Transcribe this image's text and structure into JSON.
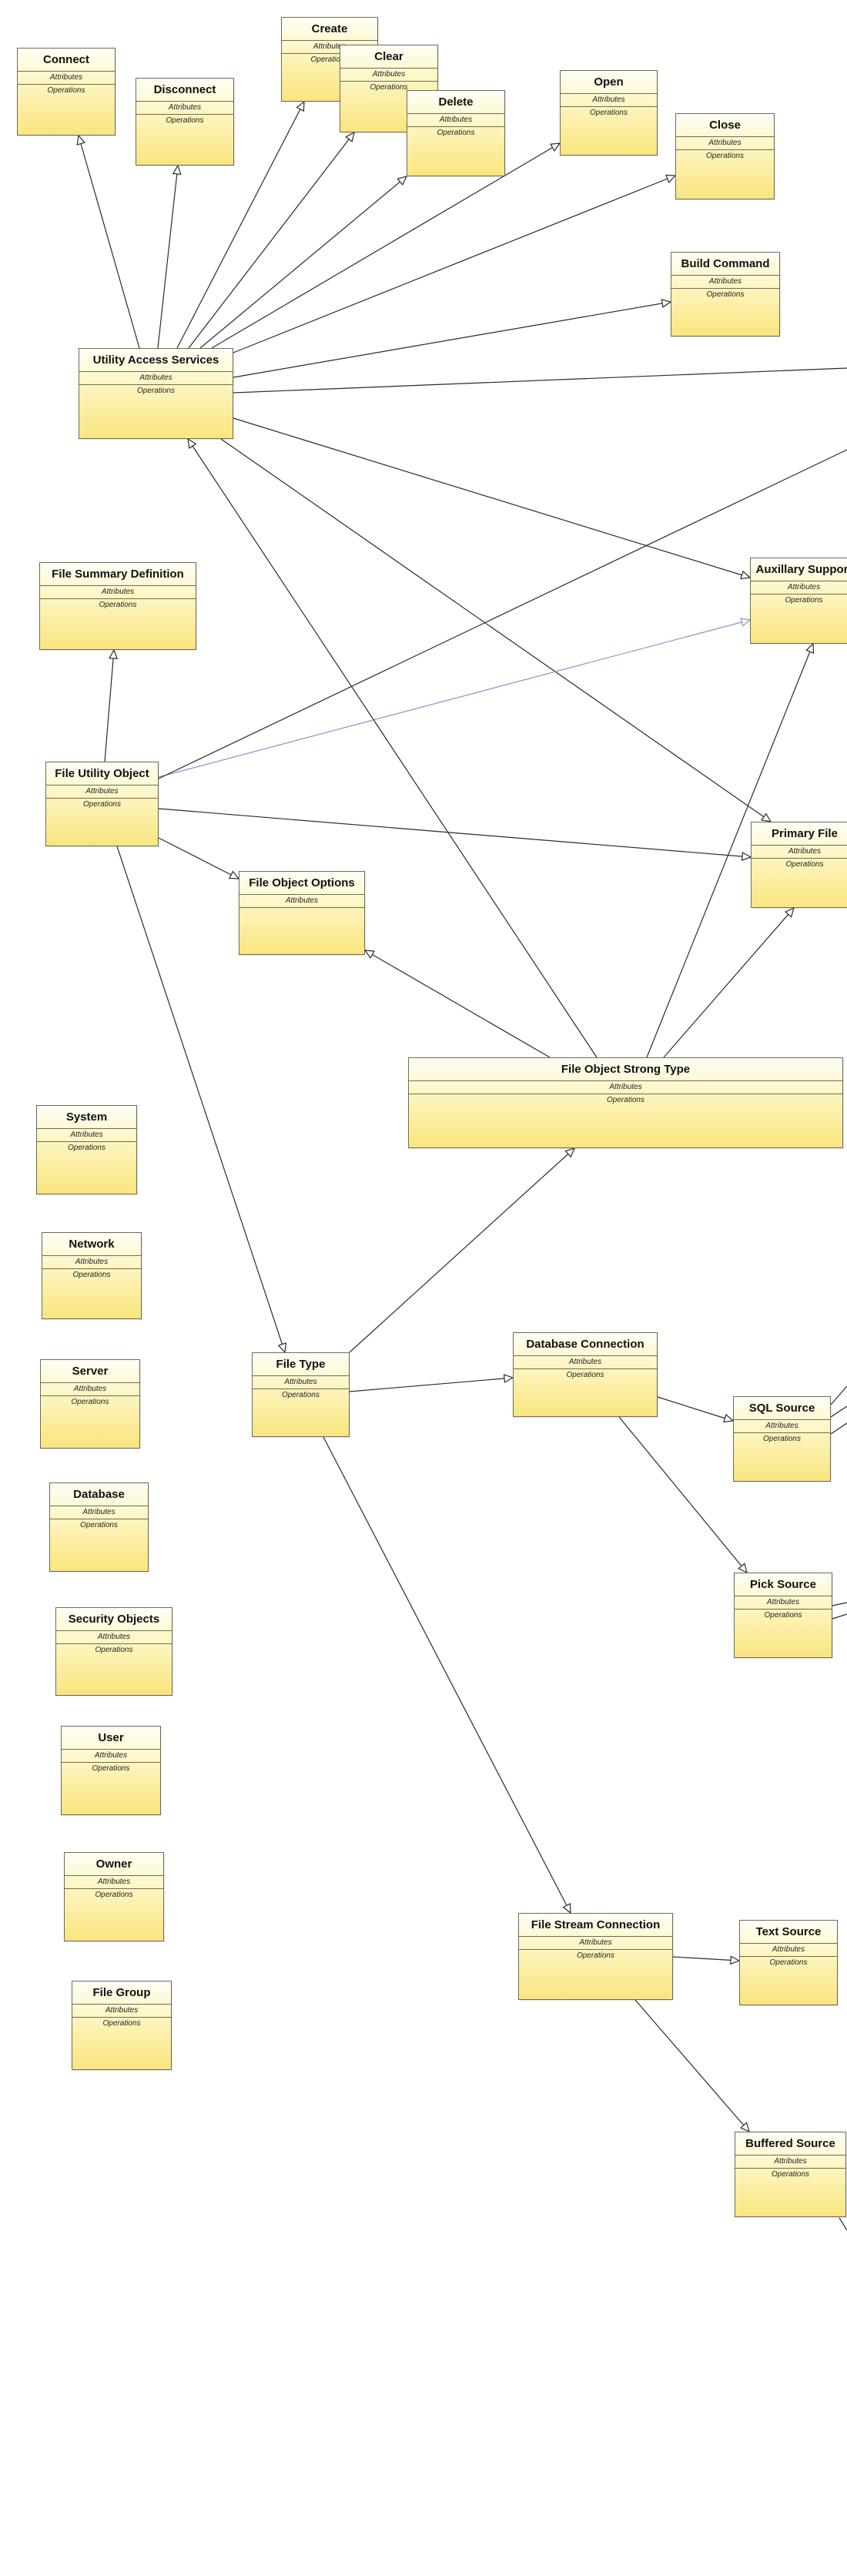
{
  "diagram": {
    "classes": [
      {
        "id": "connect",
        "name": "Connect",
        "attributes": "Attributes",
        "operations": "Operations"
      },
      {
        "id": "disconnect",
        "name": "Disconnect",
        "attributes": "Attributes",
        "operations": "Operations"
      },
      {
        "id": "create",
        "name": "Create",
        "attributes": "Attributes",
        "operations": "Operations"
      },
      {
        "id": "clear",
        "name": "Clear",
        "attributes": "Attributes",
        "operations": "Operations"
      },
      {
        "id": "delete",
        "name": "Delete",
        "attributes": "Attributes",
        "operations": "Operations"
      },
      {
        "id": "open",
        "name": "Open",
        "attributes": "Attributes",
        "operations": "Operations"
      },
      {
        "id": "close",
        "name": "Close",
        "attributes": "Attributes",
        "operations": "Operations"
      },
      {
        "id": "build-command",
        "name": "Build Command",
        "attributes": "Attributes",
        "operations": "Operations"
      },
      {
        "id": "utility-access-services",
        "name": "Utility Access Services",
        "attributes": "Attributes",
        "operations": "Operations"
      },
      {
        "id": "file-summary-definition",
        "name": "File Summary Definition",
        "attributes": "Attributes",
        "operations": "Operations"
      },
      {
        "id": "auxillary-support",
        "name": "Auxillary Support",
        "attributes": "Attributes",
        "operations": "Operations"
      },
      {
        "id": "file-utility-object",
        "name": "File Utility Object",
        "attributes": "Attributes",
        "operations": "Operations"
      },
      {
        "id": "primary-file",
        "name": "Primary File",
        "attributes": "Attributes",
        "operations": "Operations"
      },
      {
        "id": "file-object-options",
        "name": "File Object Options",
        "attributes": "Attributes",
        "operations": ""
      },
      {
        "id": "file-object-strong-type",
        "name": "File Object Strong Type",
        "attributes": "Attributes",
        "operations": "Operations"
      },
      {
        "id": "system",
        "name": "System",
        "attributes": "Attributes",
        "operations": "Operations"
      },
      {
        "id": "network",
        "name": "Network",
        "attributes": "Attributes",
        "operations": "Operations"
      },
      {
        "id": "server",
        "name": "Server",
        "attributes": "Attributes",
        "operations": "Operations"
      },
      {
        "id": "database",
        "name": "Database",
        "attributes": "Attributes",
        "operations": "Operations"
      },
      {
        "id": "security-objects",
        "name": "Security Objects",
        "attributes": "Attributes",
        "operations": "Operations"
      },
      {
        "id": "user",
        "name": "User",
        "attributes": "Attributes",
        "operations": "Operations"
      },
      {
        "id": "owner",
        "name": "Owner",
        "attributes": "Attributes",
        "operations": "Operations"
      },
      {
        "id": "file-group",
        "name": "File Group",
        "attributes": "Attributes",
        "operations": "Operations"
      },
      {
        "id": "file-type",
        "name": "File Type",
        "attributes": "Attributes",
        "operations": "Operations"
      },
      {
        "id": "database-connection",
        "name": "Database Connection",
        "attributes": "Attributes",
        "operations": "Operations"
      },
      {
        "id": "sql-source",
        "name": "SQL Source",
        "attributes": "Attributes",
        "operations": "Operations"
      },
      {
        "id": "pick-source",
        "name": "Pick Source",
        "attributes": "Attributes",
        "operations": "Operations"
      },
      {
        "id": "file-stream-connection",
        "name": "File Stream Connection",
        "attributes": "Attributes",
        "operations": "Operations"
      },
      {
        "id": "text-source",
        "name": "Text Source",
        "attributes": "Attributes",
        "operations": "Operations"
      },
      {
        "id": "buffered-source",
        "name": "Buffered Source",
        "attributes": "Attributes",
        "operations": "Operations"
      }
    ],
    "relations": [
      {
        "from": "utility-access-services",
        "to": "connect"
      },
      {
        "from": "utility-access-services",
        "to": "disconnect"
      },
      {
        "from": "utility-access-services",
        "to": "create"
      },
      {
        "from": "utility-access-services",
        "to": "clear"
      },
      {
        "from": "utility-access-services",
        "to": "delete"
      },
      {
        "from": "utility-access-services",
        "to": "open"
      },
      {
        "from": "utility-access-services",
        "to": "close"
      },
      {
        "from": "utility-access-services",
        "to": "build-command"
      },
      {
        "from": "utility-access-services",
        "to": "auxillary-support"
      },
      {
        "from": "utility-access-services",
        "to": "primary-file"
      },
      {
        "from": "file-utility-object",
        "to": "file-summary-definition"
      },
      {
        "from": "file-utility-object",
        "to": "auxillary-support"
      },
      {
        "from": "file-utility-object",
        "to": "primary-file"
      },
      {
        "from": "file-utility-object",
        "to": "file-object-options"
      },
      {
        "from": "file-utility-object",
        "to": "file-type"
      },
      {
        "from": "file-object-strong-type",
        "to": "utility-access-services"
      },
      {
        "from": "file-object-strong-type",
        "to": "file-object-options"
      },
      {
        "from": "file-object-strong-type",
        "to": "auxillary-support"
      },
      {
        "from": "file-object-strong-type",
        "to": "primary-file"
      },
      {
        "from": "file-type",
        "to": "file-object-strong-type"
      },
      {
        "from": "file-type",
        "to": "database-connection"
      },
      {
        "from": "file-type",
        "to": "file-stream-connection"
      },
      {
        "from": "database-connection",
        "to": "sql-source"
      },
      {
        "from": "database-connection",
        "to": "pick-source"
      },
      {
        "from": "file-stream-connection",
        "to": "text-source"
      },
      {
        "from": "file-stream-connection",
        "to": "buffered-source"
      }
    ]
  },
  "colors": {
    "line": "#2b2b2b",
    "line_light": "#8f8fc8",
    "border": "#6f6a58",
    "fill_top": "#fffef6",
    "fill_bottom": "#f9e57e"
  }
}
